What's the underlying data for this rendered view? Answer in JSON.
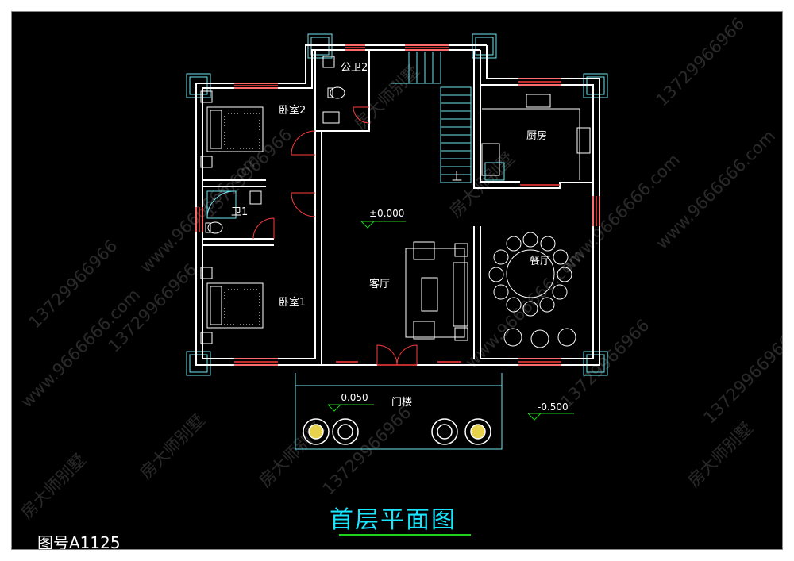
{
  "drawing": {
    "title": "首层平面图",
    "figure_number": "图号A1125",
    "colors": {
      "background": "#000000",
      "wall": "#ffffff",
      "window": "#ff3b3b",
      "fixture": "#6fe6f2",
      "title": "#19e6ff",
      "title_underline": "#1fd11f"
    }
  },
  "rooms": {
    "bedroom2": "卧室2",
    "public_wc2": "公卫2",
    "bath1": "卫1",
    "bedroom1": "卧室1",
    "living": "客厅",
    "kitchen": "厨房",
    "dining": "餐厅",
    "porch": "门楼"
  },
  "stairs": {
    "up_label": "上"
  },
  "elevations": {
    "floor": "±0.000",
    "porch": "-0.050",
    "outside": "-0.500"
  },
  "watermarks": {
    "phone": "13729966966",
    "site": "www.9666666.com",
    "brand": "房大师别墅"
  }
}
